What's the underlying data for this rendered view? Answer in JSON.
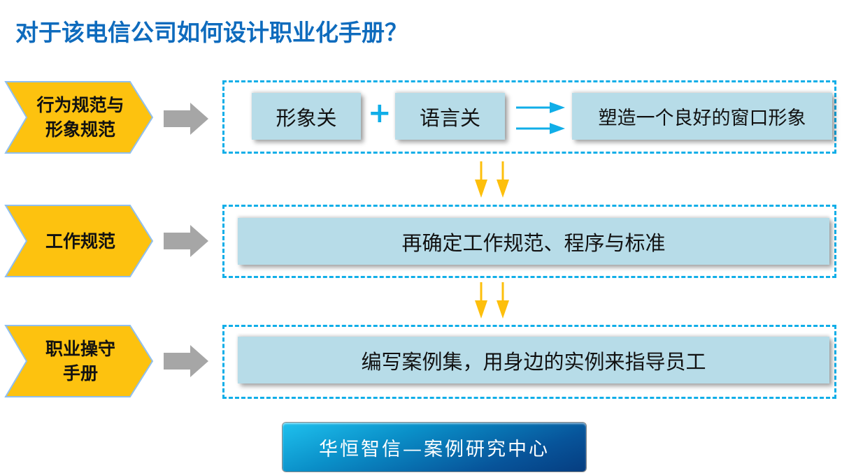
{
  "title": "对于该电信公司如何设计职业化手册？",
  "colors": {
    "title": "#0e6bbd",
    "chevron_fill": "#fdc20f",
    "dash_border": "#10aee8",
    "card_fill": "#b7dce8",
    "grey_arrow": "#a6a6a6",
    "down_arrow": "#fdbf0c"
  },
  "rows": [
    {
      "label": "行为规范与形象规范",
      "label_line1": "行为规范与",
      "label_line2": "形象规范",
      "cards": [
        "形象关",
        "语言关"
      ],
      "connector": "+",
      "result": "塑造一个良好的窗口形象"
    },
    {
      "label": "工作规范",
      "content": "再确定工作规范、程序与标准"
    },
    {
      "label": "职业操守手册",
      "label_line1": "职业操守",
      "label_line2": "手册",
      "content": "编写案例集，用身边的实例来指导员工"
    }
  ],
  "icons": {
    "chevron": "chevron-shape",
    "right_arrow": "grey-right-arrow",
    "double_right_arrow": "blue-double-arrow",
    "double_down_arrow": "yellow-double-down-arrow"
  },
  "footer": {
    "label": "华恒智信—案例研究中心"
  }
}
